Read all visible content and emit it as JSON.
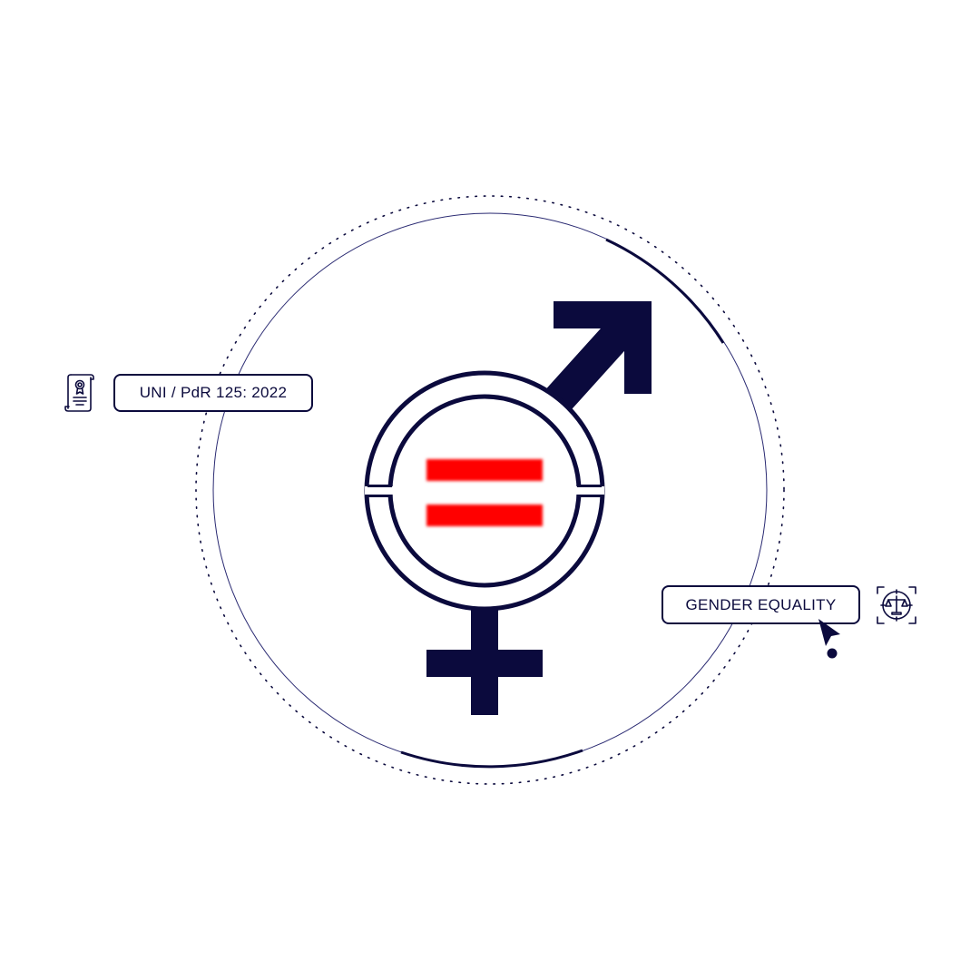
{
  "labels": {
    "standard": "UNI / PdR 125: 2022",
    "topic": "GENDER EQUALITY"
  },
  "icons": {
    "document": "certificate-document-icon",
    "scale": "justice-scale-icon",
    "cursor": "mouse-pointer-icon",
    "symbol": "gender-equality-symbol"
  },
  "colors": {
    "navy": "#0b0a3d",
    "circle": "#2a2a72",
    "equals": "#ff0000",
    "background": "#ffffff"
  }
}
